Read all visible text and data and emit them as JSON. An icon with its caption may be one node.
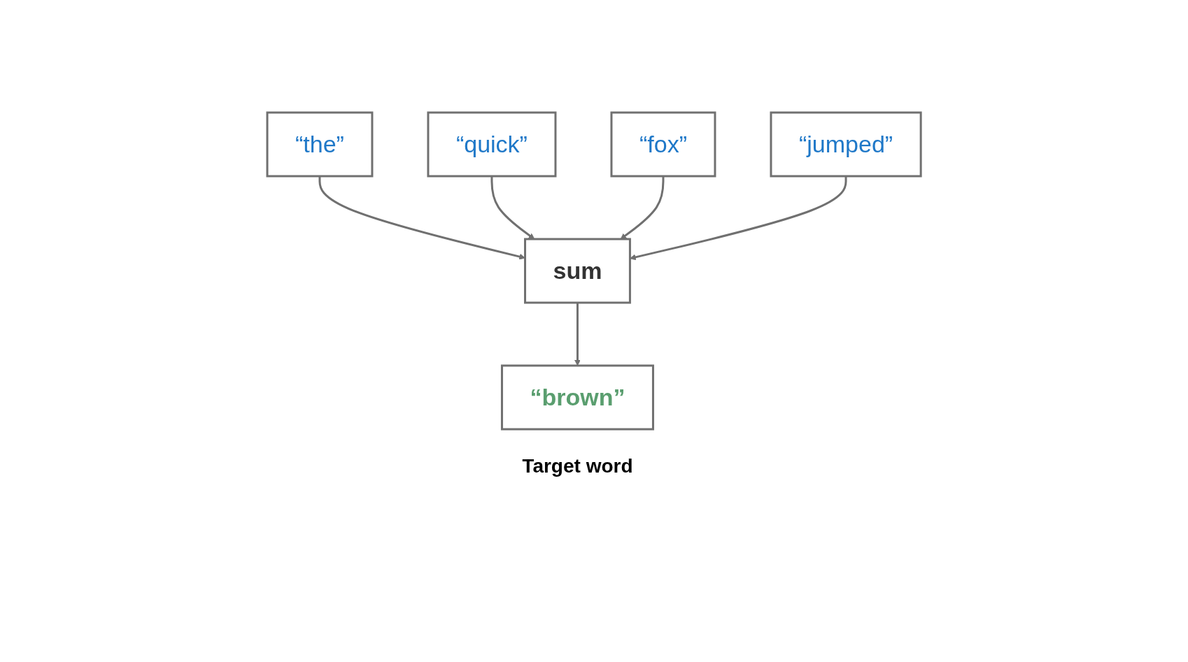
{
  "diagram": {
    "nodes": [
      {
        "text": [
          "“the”"
        ]
      },
      {
        "text": [
          "“quick”"
        ]
      },
      {
        "text": [
          "“fox”"
        ]
      },
      {
        "text": [
          "“jumped”"
        ]
      },
      {
        "text": [
          "sum"
        ]
      },
      {
        "text": [
          "“brown”"
        ],
        "beside": [
          "Target word"
        ]
      }
    ],
    "edges": [
      {
        "from": 0,
        "to": 4,
        "arrow": "to"
      },
      {
        "from": 1,
        "to": 4,
        "arrow": "to"
      },
      {
        "from": 2,
        "to": 4,
        "arrow": "to"
      },
      {
        "from": 3,
        "to": 4,
        "arrow": "to"
      },
      {
        "from": 4,
        "to": 5,
        "arrow": "to"
      }
    ]
  }
}
